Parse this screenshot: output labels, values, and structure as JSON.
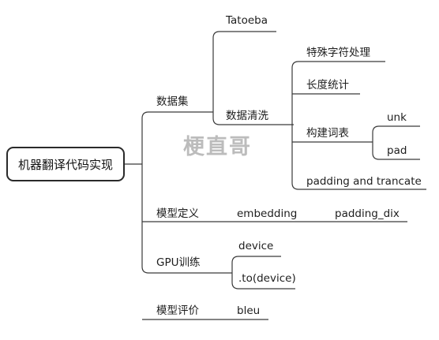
{
  "root": "机器翻译代码实现",
  "watermark": "梗直哥",
  "branches": {
    "dataset": {
      "label": "数据集",
      "tatoeba": "Tatoeba",
      "cleaning": {
        "label": "数据清洗",
        "special_chars": "特殊字符处理",
        "length_stats": "长度统计",
        "vocab": {
          "label": "构建词表",
          "unk": "unk",
          "pad": "pad"
        },
        "padding": "padding and trancate"
      }
    },
    "model_def": {
      "label": "模型定义",
      "embedding": "embedding",
      "padding_idx": "padding_dix"
    },
    "gpu": {
      "label": "GPU训练",
      "device": "device",
      "to_device": ".to(device)"
    },
    "eval": {
      "label": "模型评价",
      "bleu": "bleu"
    }
  }
}
